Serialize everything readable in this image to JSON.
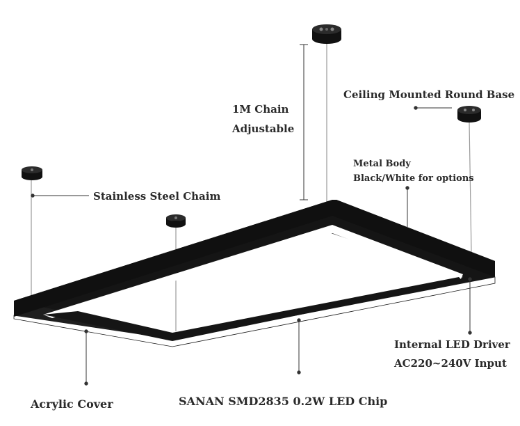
{
  "labels": {
    "chain_adjustable_line1": "1M Chain",
    "chain_adjustable_line2": "Adjustable",
    "ceiling_base": "Ceiling Mounted Round Base",
    "metal_body_line1": "Metal Body",
    "metal_body_line2": "Black/White for options",
    "stainless_chain": "Stainless Steel Chaim",
    "led_driver_line1": "Internal LED Driver",
    "led_driver_line2": "AC220~240V Input",
    "acrylic_cover": "Acrylic Cover",
    "led_chip": "SANAN SMD2835 0.2W LED Chip"
  },
  "colors": {
    "frame_black": "#151515",
    "diffuser_white": "#ffffff",
    "leader_line": "#333333",
    "text": "#2a2a2a"
  }
}
